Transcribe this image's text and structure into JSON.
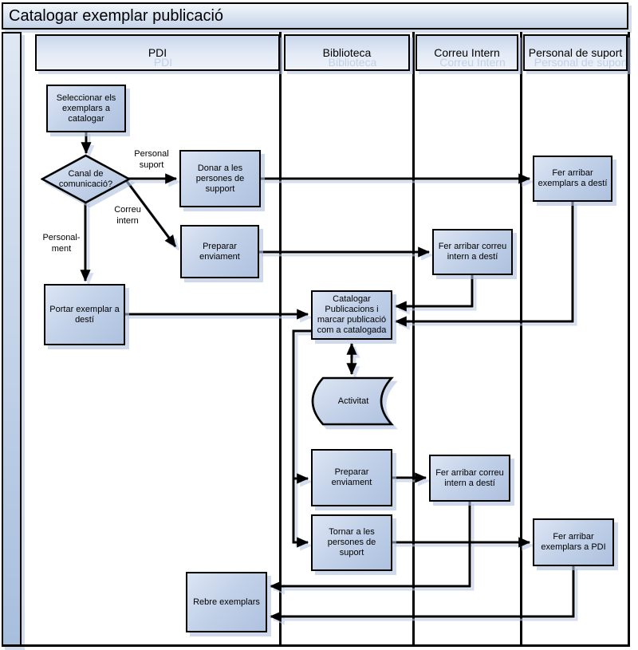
{
  "title": "Catalogar exemplar publicació",
  "lanes": [
    {
      "label": "PDI"
    },
    {
      "label": "Biblioteca"
    },
    {
      "label": "Correu Intern"
    },
    {
      "label": "Personal de suport"
    }
  ],
  "nodes": {
    "seleccionar": {
      "label": "Seleccionar els exemplars a catalogar"
    },
    "canal": {
      "label": "Canal de\ncomunicació?"
    },
    "donar": {
      "label": "Donar a les persones de support"
    },
    "preparar1": {
      "label": "Preparar enviament"
    },
    "fer_exemplars_desti": {
      "label": "Fer arribar exemplars a destí"
    },
    "fer_correu1": {
      "label": "Fer arribar correu intern a destí"
    },
    "portar": {
      "label": "Portar exemplar a destí"
    },
    "catalogar": {
      "label": "Catalogar Publicacions i marcar publicació com a catalogada"
    },
    "activitat": {
      "label": "Activitat"
    },
    "preparar2": {
      "label": "Preparar enviament"
    },
    "fer_correu2": {
      "label": "Fer arribar correu intern a destí"
    },
    "tornar": {
      "label": "Tornar a les persones de suport"
    },
    "fer_pdi": {
      "label": "Fer arribar exemplars a PDI"
    },
    "rebre": {
      "label": "Rebre exemplars"
    }
  },
  "edge_labels": {
    "personal_suport": "Personal\nsuport",
    "correu_intern": "Correu\nintern",
    "personalment": "Personal-\nment"
  },
  "colors": {
    "shape_border": "#000000",
    "shape_fill_light": "#dce5f3",
    "shape_fill_dark": "#aec1df",
    "shadow": "#b7c8e2",
    "header_fill_top": "#c9d6eb",
    "header_fill_bottom": "#eef2f9",
    "title_fill_top": "#f4f7fb",
    "title_fill_bottom": "#c6d4e9"
  }
}
